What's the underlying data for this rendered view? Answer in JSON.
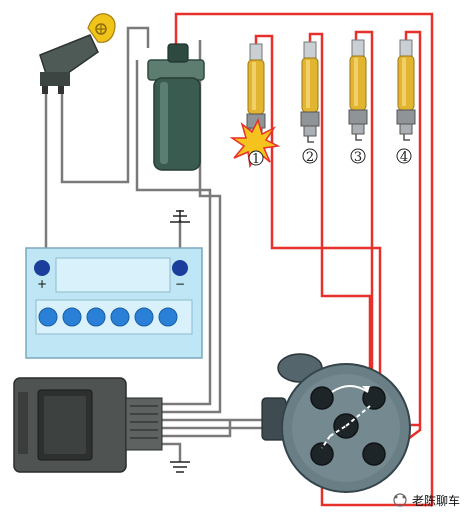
{
  "plugs": [
    {
      "number": "1",
      "firing": true
    },
    {
      "number": "2",
      "firing": false
    },
    {
      "number": "3",
      "firing": false
    },
    {
      "number": "4",
      "firing": false
    }
  ],
  "battery": {
    "positive_label": "+",
    "negative_label": "−"
  },
  "watermark": {
    "text": "老陈聊车"
  },
  "colors": {
    "wire_red": "#e8302a",
    "wire_gray": "#7a7a7a",
    "coil": "#3a5b4f",
    "battery": "#bfe6f5",
    "battery_cell": "#2a7fd6",
    "plug_gold": "#e2b531",
    "ecu": "#4f5352",
    "distributor": "#6a7e86",
    "key_yellow": "#f0c419"
  }
}
